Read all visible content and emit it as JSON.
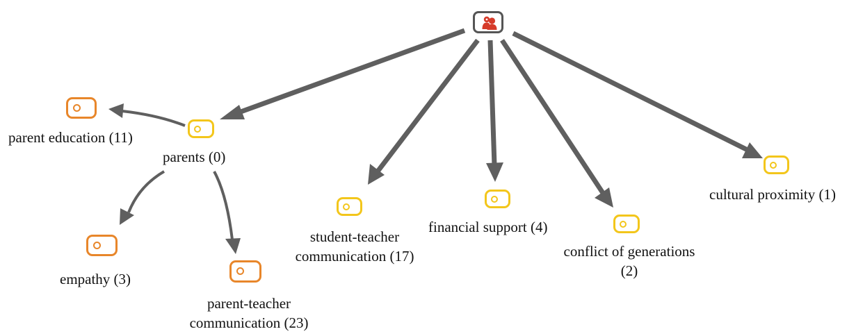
{
  "diagram": {
    "root": {
      "icon": "user-group-icon",
      "color": "#d63b2a"
    },
    "nodes": [
      {
        "id": "parents",
        "label": "parents (0)",
        "color": "#f3c61b"
      },
      {
        "id": "parent_education",
        "label": "parent education (11)",
        "color": "#e8862a"
      },
      {
        "id": "empathy",
        "label": "empathy (3)",
        "color": "#e8862a"
      },
      {
        "id": "parent_teacher",
        "label_lines": [
          "parent-teacher",
          "communication (23)"
        ],
        "color": "#e8862a"
      },
      {
        "id": "student_teacher",
        "label_lines": [
          "student-teacher",
          "communication (17)"
        ],
        "color": "#f3c61b"
      },
      {
        "id": "financial_support",
        "label": "financial support (4)",
        "color": "#f3c61b"
      },
      {
        "id": "conflict",
        "label_lines": [
          "conflict of generations",
          "(2)"
        ],
        "color": "#f3c61b"
      },
      {
        "id": "cultural_proximity",
        "label": "cultural proximity (1)",
        "color": "#f3c61b"
      }
    ],
    "edges": [
      {
        "from": "root",
        "to": "parents"
      },
      {
        "from": "root",
        "to": "student_teacher"
      },
      {
        "from": "root",
        "to": "financial_support"
      },
      {
        "from": "root",
        "to": "conflict"
      },
      {
        "from": "root",
        "to": "cultural_proximity"
      },
      {
        "from": "parents",
        "to": "parent_education"
      },
      {
        "from": "parents",
        "to": "empathy"
      },
      {
        "from": "parents",
        "to": "parent_teacher"
      }
    ],
    "edge_color": "#5f5f5f"
  }
}
